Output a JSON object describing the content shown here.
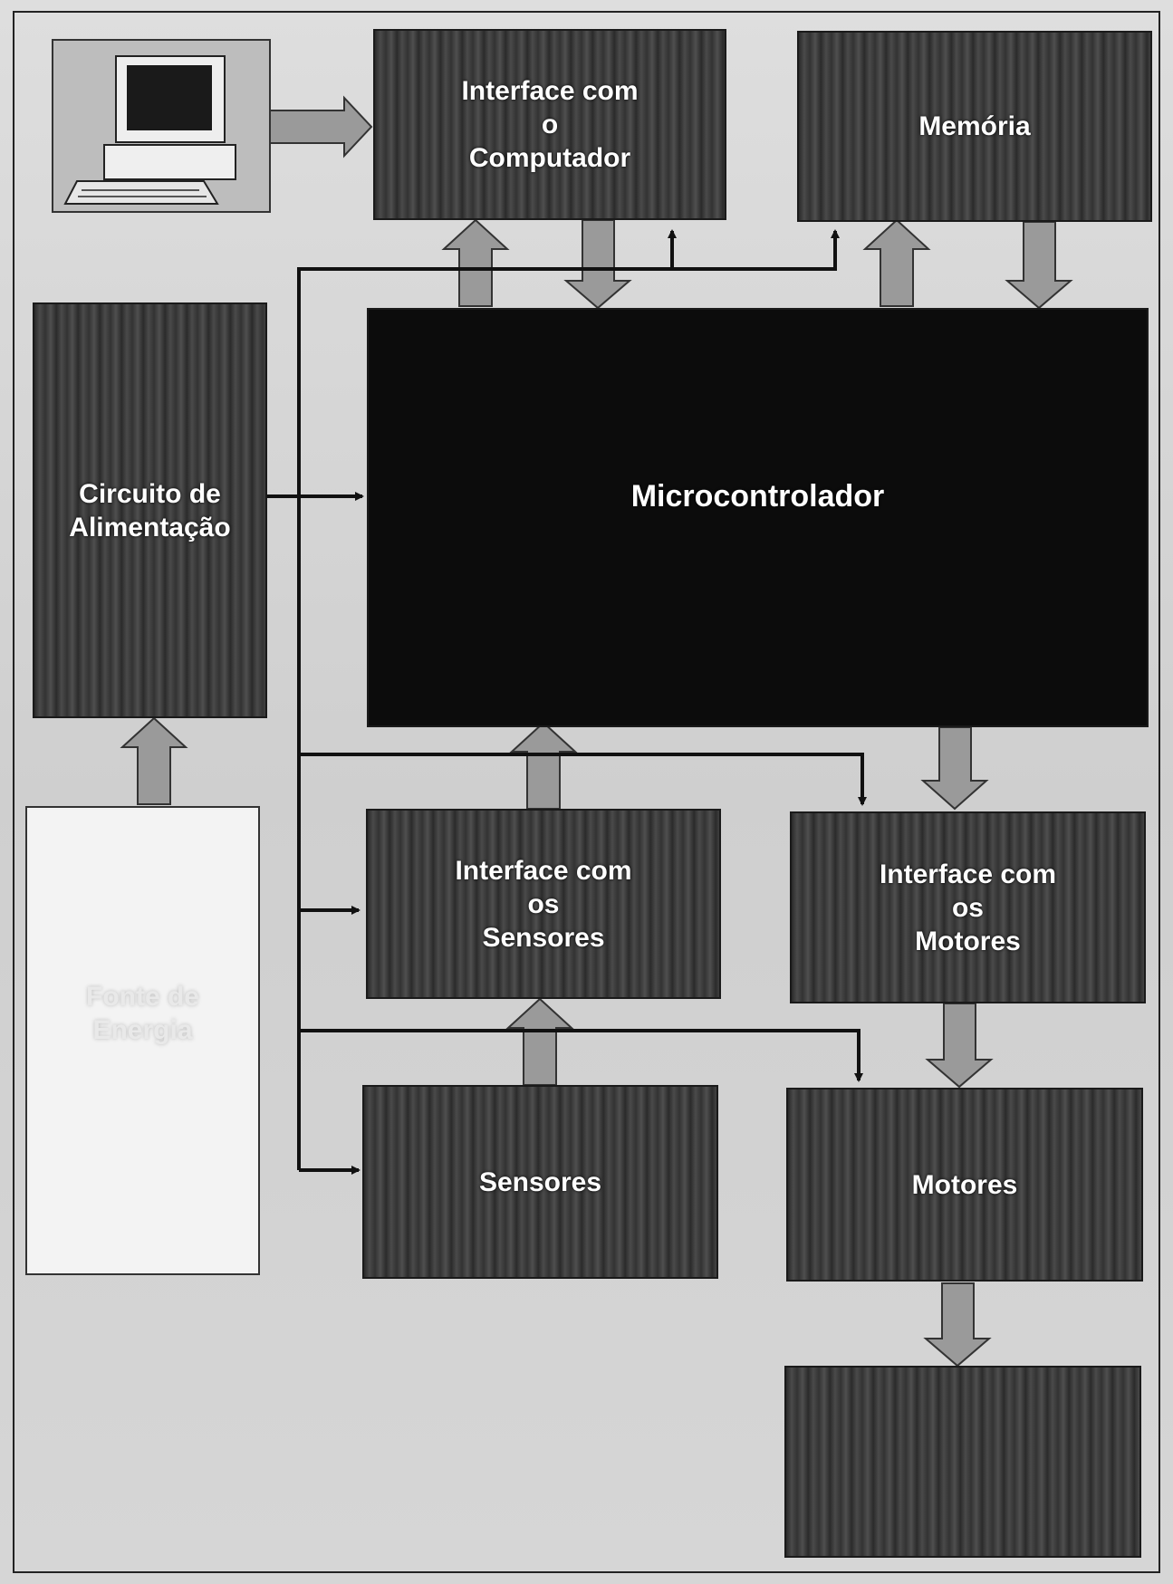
{
  "diagram": {
    "computer_icon": "computer-icon",
    "boxes": {
      "interface_computador": [
        "Interface com",
        "o",
        "Computador"
      ],
      "memoria": [
        "Memória"
      ],
      "circuito_alimentacao": [
        "Circuito de",
        "Alimentação"
      ],
      "microcontrolador": [
        "Microcontrolador"
      ],
      "interface_sensores": [
        "Interface com",
        "os",
        "Sensores"
      ],
      "interface_motores": [
        "Interface com",
        "os",
        "Motores"
      ],
      "fonte_energia": [
        "Fonte de",
        "Energia"
      ],
      "sensores": [
        "Sensores"
      ],
      "motores": [
        "Motores"
      ],
      "output_box": []
    },
    "colors": {
      "box_dark": "#3a3a3a",
      "micro": "#0c0c0c",
      "arrow_fill": "#9a9a9a",
      "wire": "#111111",
      "background": "#d9d9d9"
    }
  }
}
